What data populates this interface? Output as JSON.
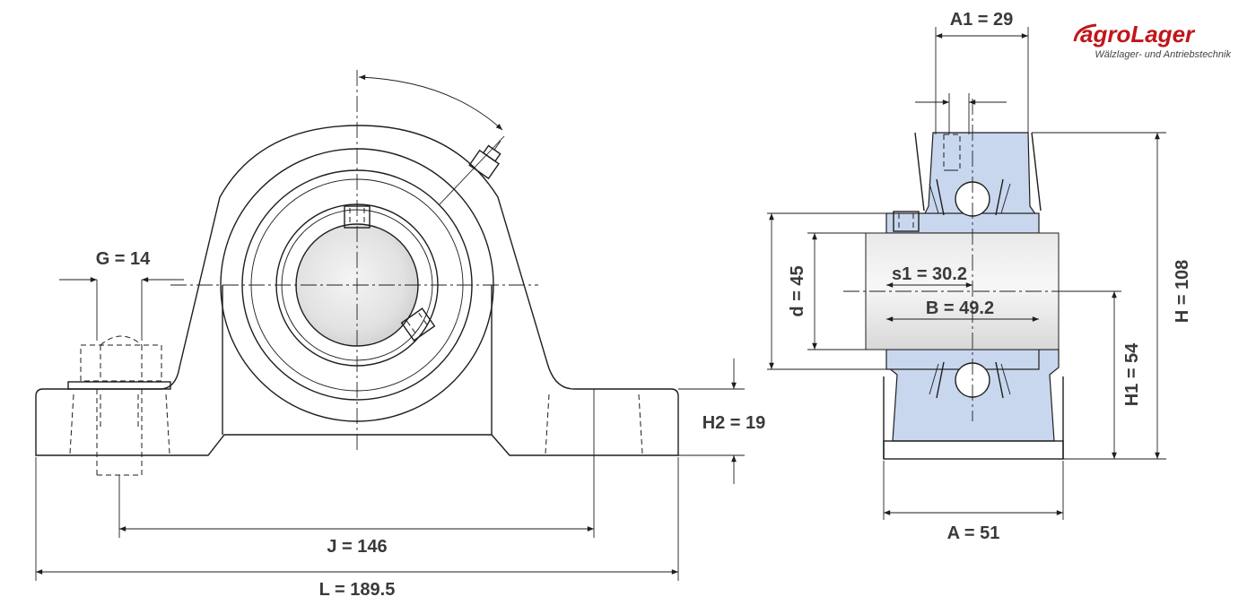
{
  "logo": {
    "brand_part1": "agro",
    "brand_part2": "Lager",
    "tagline": "Wälzlager- und Antriebstechnik",
    "brand_color": "#c0161b"
  },
  "dimensions": {
    "A1": "A1 = 29",
    "G": "G = 14",
    "d": "d = 45",
    "s1": "s1 = 30.2",
    "B": "B = 49.2",
    "H": "H = 108",
    "H1": "H1 = 54",
    "H2": "H2 = 19",
    "J": "J = 146",
    "L": "L = 189.5",
    "A": "A = 51"
  },
  "colors": {
    "housing_insert": "#c9d7ee",
    "line": "#1e1e1e",
    "label": "#3a3a3a"
  }
}
